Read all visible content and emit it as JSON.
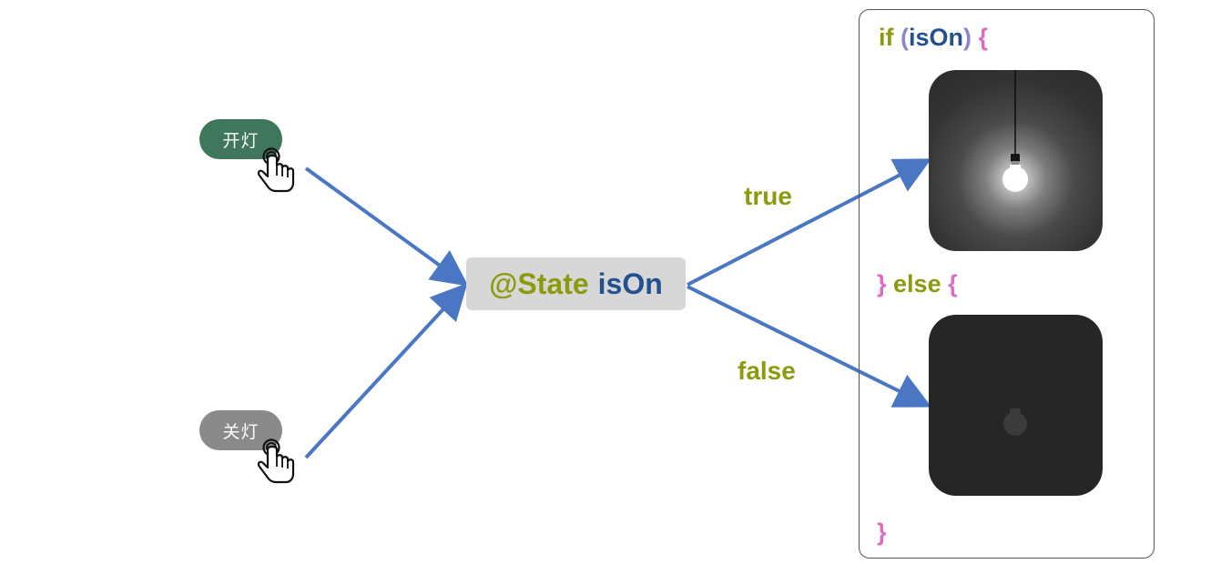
{
  "buttons": {
    "on_label": "开灯",
    "off_label": "关灯"
  },
  "state": {
    "keyword": "@State",
    "variable": "isOn"
  },
  "edges": {
    "true_label": "true",
    "false_label": "false"
  },
  "code": {
    "if_keyword": "if",
    "open_paren": "(",
    "condition": "isOn",
    "close_paren": ")",
    "open_brace": "{",
    "else_close_brace": "}",
    "else_keyword": "else",
    "else_open_brace": "{",
    "final_brace": "}"
  },
  "colors": {
    "on_button": "#3f775c",
    "off_button": "#8a8a8a",
    "arrow": "#4a76c4",
    "keyword": "#8c9a0d",
    "variable": "#23508f",
    "brace": "#db6bc7",
    "paren": "#8f86c8"
  },
  "icons": {
    "pointer": "hand-pointer-icon",
    "bulb_on": "lit-bulb-icon",
    "bulb_off": "unlit-bulb-icon"
  }
}
